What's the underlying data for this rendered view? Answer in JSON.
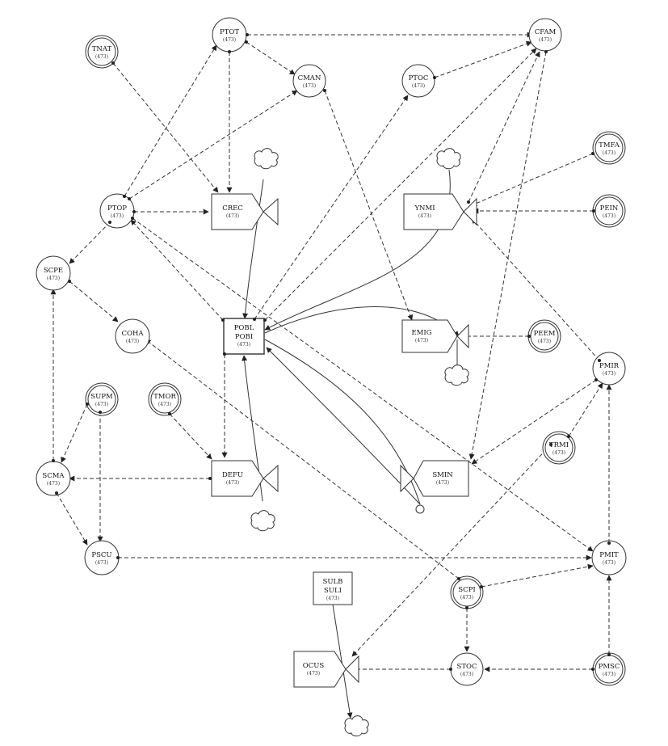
{
  "colors": {
    "line": "#333333",
    "background": "#ffffff"
  },
  "nodes": {
    "PTOT": {
      "title": "PTOT",
      "sub": "(473)"
    },
    "CFAM": {
      "title": "CFAM",
      "sub": "(473)"
    },
    "TNAT": {
      "title": "TNAT",
      "sub": "(473)"
    },
    "CMAN": {
      "title": "CMAN",
      "sub": "(473)"
    },
    "PTOC": {
      "title": "PTOC",
      "sub": "(473)"
    },
    "TMFA": {
      "title": "TMFA",
      "sub": "(473)"
    },
    "PTOP": {
      "title": "PTOP",
      "sub": "(473)"
    },
    "CREC": {
      "title": "CREC",
      "sub": "(473)"
    },
    "YNMI": {
      "title": "YNMI",
      "sub": "(473)"
    },
    "PEIN": {
      "title": "PEIN",
      "sub": "(473)"
    },
    "SCPE": {
      "title": "SCPE",
      "sub": "(473)"
    },
    "POBL": {
      "title": "POBL",
      "title2": "POBI",
      "sub": "(473)"
    },
    "COHA": {
      "title": "COHA",
      "sub": "(473)"
    },
    "EMIG": {
      "title": "EMIG",
      "sub": "(473)"
    },
    "PEEM": {
      "title": "PEEM",
      "sub": "(473)"
    },
    "PMIR": {
      "title": "PMIR",
      "sub": "(473)"
    },
    "SUPM": {
      "title": "SUPM",
      "sub": "(473)"
    },
    "TMOR": {
      "title": "TMOR",
      "sub": "(473)"
    },
    "TRMI": {
      "title": "TRMI",
      "sub": "(473)"
    },
    "SCMA": {
      "title": "SCMA",
      "sub": "(473)"
    },
    "DEFU": {
      "title": "DEFU",
      "sub": "(473)"
    },
    "SMIN": {
      "title": "SMIN",
      "sub": "(473)"
    },
    "PSCU": {
      "title": "PSCU",
      "sub": "(473)"
    },
    "PMIT": {
      "title": "PMIT",
      "sub": "(473)"
    },
    "SULB": {
      "title": "SULB",
      "title2": "SULI",
      "sub": "(473)"
    },
    "SCPI": {
      "title": "SCPI",
      "sub": "(473)"
    },
    "OCUS": {
      "title": "OCUS",
      "sub": "(473)"
    },
    "STOC": {
      "title": "STOC",
      "sub": "(473)"
    },
    "PMSC": {
      "title": "PMSC",
      "sub": "(473)"
    }
  }
}
